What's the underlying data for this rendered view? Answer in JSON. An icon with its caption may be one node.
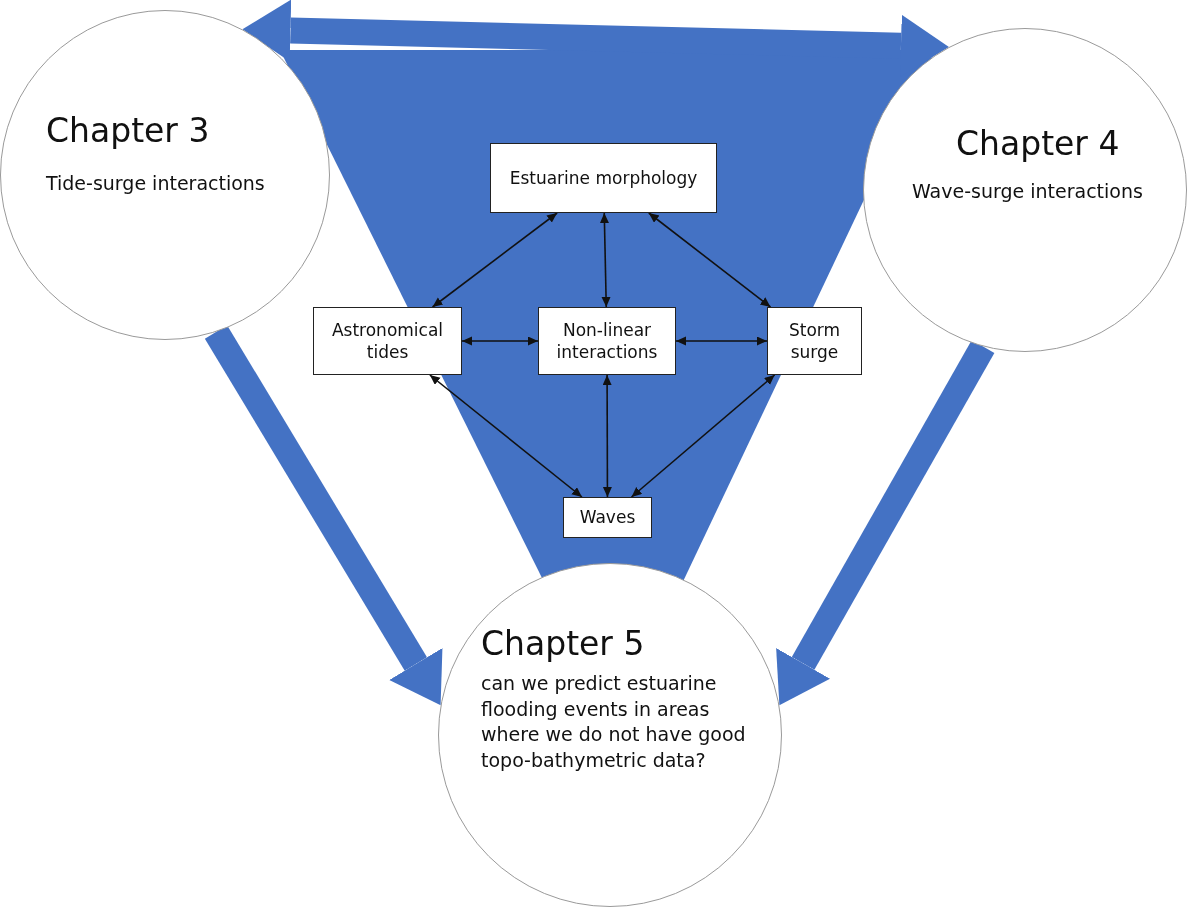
{
  "diagram": {
    "nodes": [
      {
        "text": [
          "Chapter 3",
          "Tide-surge interactions"
        ]
      },
      {
        "text": [
          "Chapter 4",
          "Wave-surge interactions"
        ]
      },
      {
        "text": [
          "Chapter 5",
          "can we predict estuarine flooding events in areas where we do not have good topo-bathymetric data?"
        ]
      },
      {
        "text": [
          "Estuarine morphology"
        ]
      },
      {
        "text": [
          "Astronomical tides"
        ]
      },
      {
        "text": [
          "Non-linear interactions"
        ]
      },
      {
        "text": [
          "Storm surge"
        ]
      },
      {
        "text": [
          "Waves"
        ]
      }
    ],
    "edges": [
      {
        "from": 0,
        "to": 1,
        "arrow": "both",
        "style": "thick",
        "color": "#4472c4"
      },
      {
        "from": 0,
        "to": 2,
        "arrow": "to",
        "style": "thick",
        "color": "#4472c4"
      },
      {
        "from": 1,
        "to": 2,
        "arrow": "to",
        "style": "thick",
        "color": "#4472c4"
      },
      {
        "from": 3,
        "to": 4,
        "arrow": "both"
      },
      {
        "from": 3,
        "to": 5,
        "arrow": "both"
      },
      {
        "from": 3,
        "to": 6,
        "arrow": "both"
      },
      {
        "from": 4,
        "to": 5,
        "arrow": "both"
      },
      {
        "from": 5,
        "to": 6,
        "arrow": "both"
      },
      {
        "from": 4,
        "to": 7,
        "arrow": "both"
      },
      {
        "from": 5,
        "to": 7,
        "arrow": "both"
      },
      {
        "from": 6,
        "to": 7,
        "arrow": "both"
      }
    ]
  }
}
